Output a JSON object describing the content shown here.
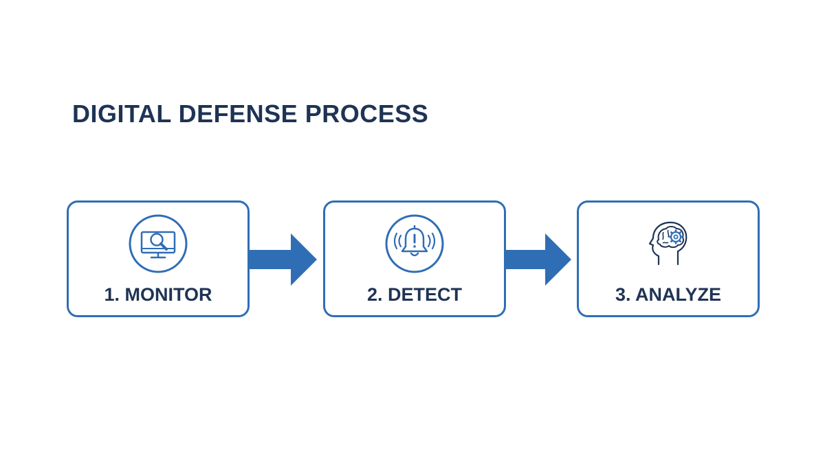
{
  "title": "DIGITAL DEFENSE PROCESS",
  "colors": {
    "accent": "#2f6db5",
    "text": "#1f3354",
    "background": "#ffffff"
  },
  "steps": [
    {
      "label": "1. MONITOR",
      "icon": "monitor-magnifier-icon"
    },
    {
      "label": "2. DETECT",
      "icon": "alarm-bell-icon"
    },
    {
      "label": "3. ANALYZE",
      "icon": "brain-gear-head-icon"
    }
  ]
}
